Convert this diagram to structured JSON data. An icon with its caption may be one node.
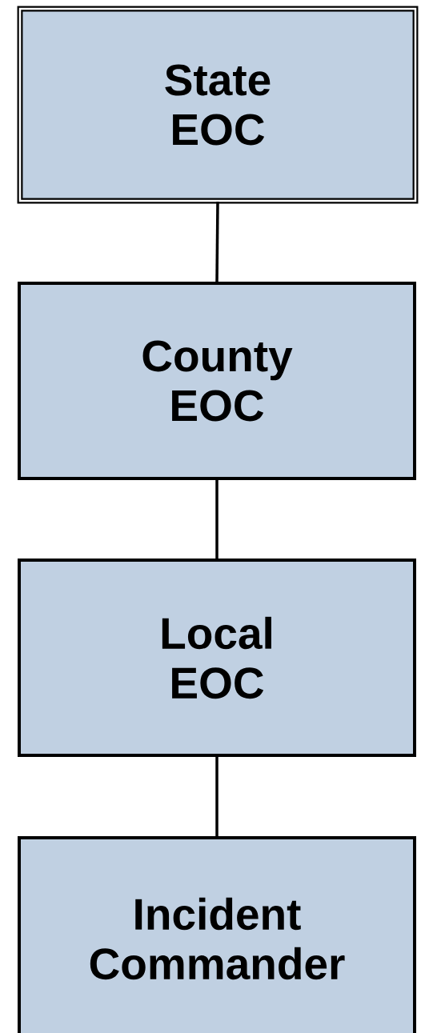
{
  "diagram": {
    "nodes": [
      {
        "text": [
          "State EOC"
        ]
      },
      {
        "text": [
          "County EOC"
        ]
      },
      {
        "text": [
          "Local EOC"
        ]
      },
      {
        "text": [
          "Incident Commander"
        ]
      }
    ],
    "edges": [
      {
        "from": 0,
        "to": 1,
        "arrow": "none"
      },
      {
        "from": 1,
        "to": 2,
        "arrow": "none"
      },
      {
        "from": 2,
        "to": 3,
        "arrow": "none"
      }
    ]
  }
}
